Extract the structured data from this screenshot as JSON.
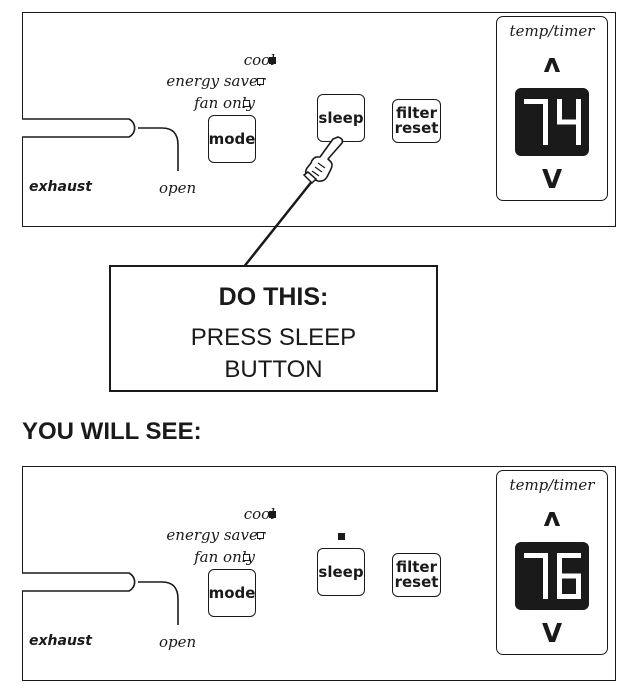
{
  "panels": {
    "top": {
      "modes": [
        {
          "label": "cool",
          "active": true
        },
        {
          "label": "energy saver",
          "active": false
        },
        {
          "label": "fan only",
          "active": false
        }
      ],
      "mode_button": "mode",
      "sleep_button": "sleep",
      "sleep_indicator": false,
      "filter_button_line1": "filter",
      "filter_button_line2": "reset",
      "exhaust_label": "exhaust",
      "open_label": "open",
      "display_title": "temp/timer",
      "up_arrow": "ʌ",
      "down_arrow": "V",
      "temperature": "74"
    },
    "bottom": {
      "modes": [
        {
          "label": "cool",
          "active": true
        },
        {
          "label": "energy saver",
          "active": false
        },
        {
          "label": "fan only",
          "active": false
        }
      ],
      "mode_button": "mode",
      "sleep_button": "sleep",
      "sleep_indicator": true,
      "filter_button_line1": "filter",
      "filter_button_line2": "reset",
      "exhaust_label": "exhaust",
      "open_label": "open",
      "display_title": "temp/timer",
      "up_arrow": "ʌ",
      "down_arrow": "V",
      "temperature": "76"
    }
  },
  "callout": {
    "title": "DO THIS:",
    "line1": "PRESS SLEEP",
    "line2": "BUTTON"
  },
  "result_heading": "YOU WILL SEE:",
  "colors": {
    "ink": "#1a1a1a",
    "lcd_background": "#1a1a1a",
    "lcd_digits": "#ffffff"
  },
  "icons": [
    "pointing-hand-icon",
    "up-chevron-icon",
    "down-chevron-icon"
  ]
}
